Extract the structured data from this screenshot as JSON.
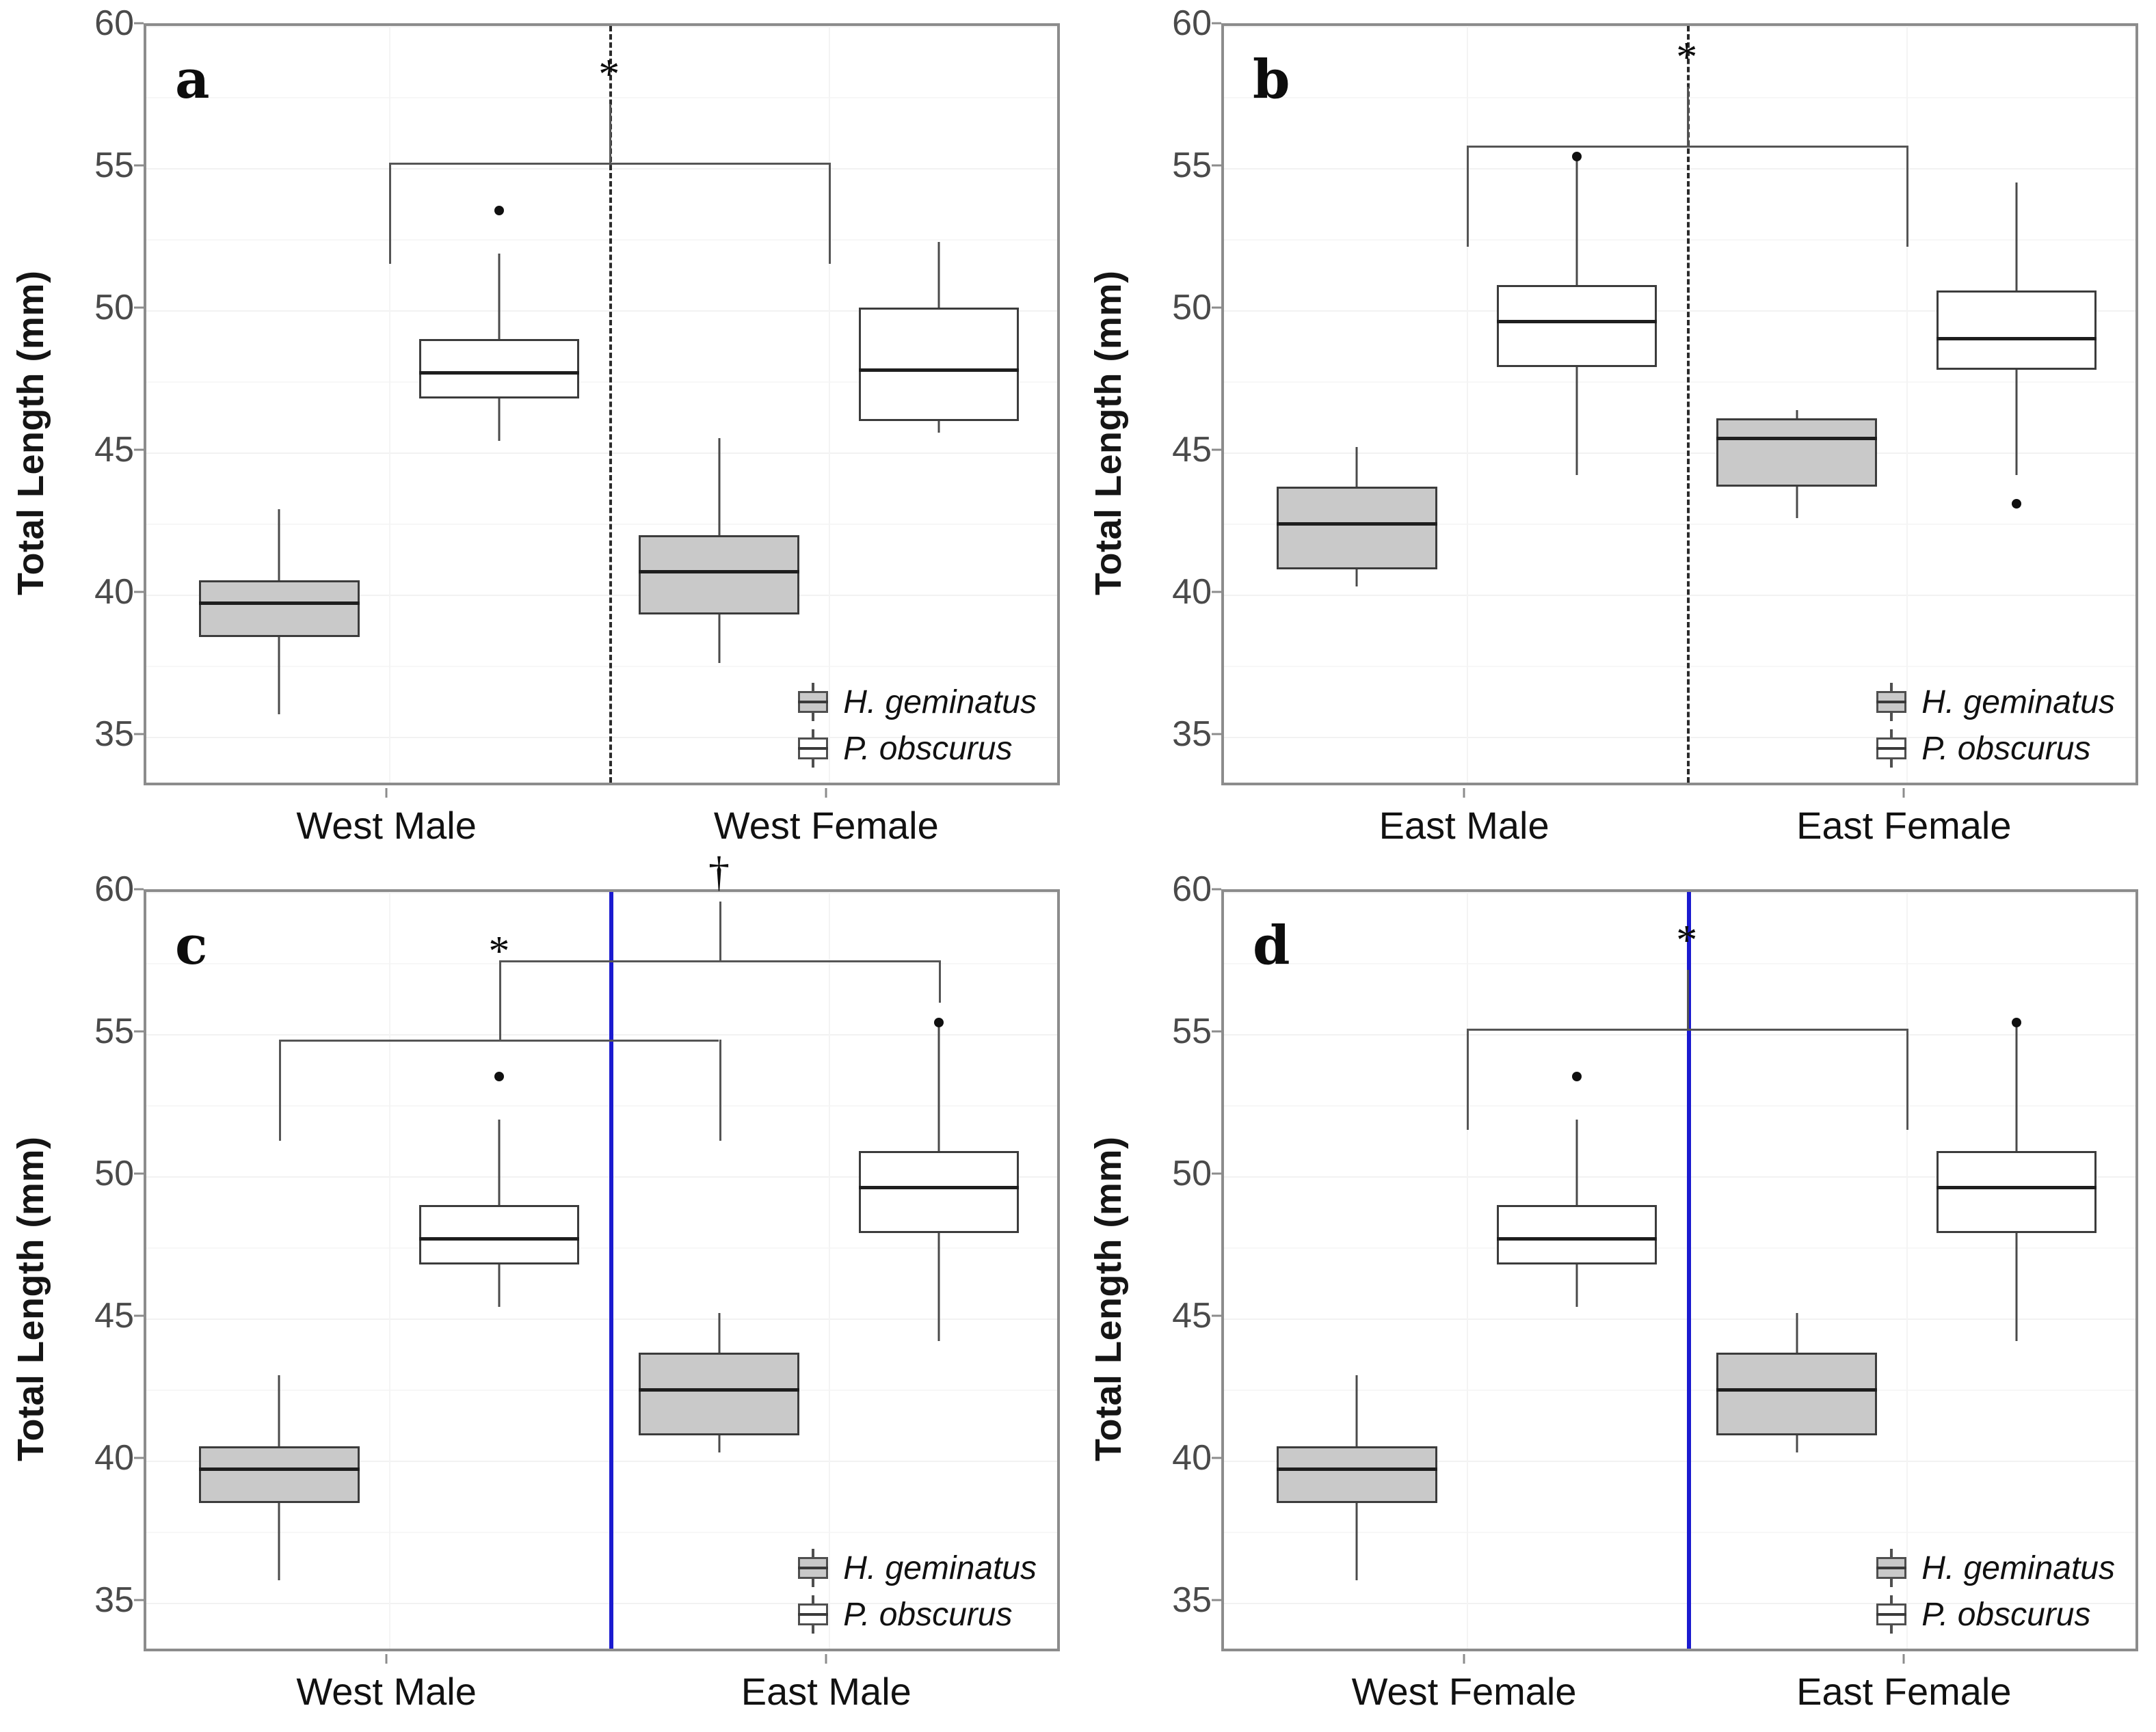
{
  "figure": {
    "panels": [
      "a",
      "b",
      "c",
      "d"
    ],
    "y_axis_label": "Total Length (mm)",
    "y_ticks": [
      "35",
      "40",
      "45",
      "50",
      "55",
      "60"
    ],
    "legend_items": [
      {
        "label": "H. geminatus",
        "fill": "#c9c9c9",
        "key": "boxplot-key-gray"
      },
      {
        "label": "P. obscurus",
        "fill": "#ffffff",
        "key": "boxplot-key-white"
      }
    ],
    "colors": {
      "species_geminatus_fill": "#c9c9c9",
      "species_obscurus_fill": "#ffffff",
      "box_stroke": "#3c3c3c",
      "panel_border": "#8c8c8c",
      "divider_dashed": "#2b2b2b",
      "divider_solid_blue": "#1a1ad0",
      "gridline_major": "#f2f2f2",
      "gridline_minor": "#f7f7f7"
    }
  },
  "chart_data": {
    "type": "box",
    "title": "",
    "ylabel": "Total Length (mm)",
    "xlabel": "",
    "ylim": [
      33.2,
      60.0
    ],
    "y_ticks": [
      35,
      40,
      45,
      50,
      55,
      60
    ],
    "grid": true,
    "legend": [
      "H. geminatus",
      "P. obscurus"
    ],
    "legend_position": "bottom-right",
    "panels": [
      {
        "letter": "a",
        "x_categories": [
          "West Male",
          "West Female"
        ],
        "divider": {
          "style": "dashed",
          "color": "#2b2b2b"
        },
        "boxes": [
          {
            "group": "West Male",
            "species": "H. geminatus",
            "fill": "#c9c9c9",
            "whisker_low": 35.8,
            "q1": 38.5,
            "median": 39.7,
            "q3": 40.5,
            "whisker_high": 43.0,
            "outliers": []
          },
          {
            "group": "West Male",
            "species": "P. obscurus",
            "fill": "#ffffff",
            "whisker_low": 45.4,
            "q1": 46.9,
            "median": 47.8,
            "q3": 49.0,
            "whisker_high": 52.0,
            "outliers": [
              53.5
            ]
          },
          {
            "group": "West Female",
            "species": "H. geminatus",
            "fill": "#c9c9c9",
            "whisker_low": 37.6,
            "q1": 39.3,
            "median": 40.8,
            "q3": 42.1,
            "whisker_high": 45.5,
            "outliers": []
          },
          {
            "group": "West Female",
            "species": "P. obscurus",
            "fill": "#ffffff",
            "whisker_low": 45.7,
            "q1": 46.1,
            "median": 47.9,
            "q3": 50.1,
            "whisker_high": 52.4,
            "outliers": []
          }
        ],
        "significance": [
          {
            "mark": "*",
            "level": 55.2,
            "from": "West Male group",
            "to": "West Female group"
          }
        ]
      },
      {
        "letter": "b",
        "x_categories": [
          "East Male",
          "East Female"
        ],
        "divider": {
          "style": "dashed",
          "color": "#2b2b2b"
        },
        "boxes": [
          {
            "group": "East Male",
            "species": "H. geminatus",
            "fill": "#c9c9c9",
            "whisker_low": 40.3,
            "q1": 40.9,
            "median": 42.5,
            "q3": 43.8,
            "whisker_high": 45.2,
            "outliers": []
          },
          {
            "group": "East Male",
            "species": "P. obscurus",
            "fill": "#ffffff",
            "whisker_low": 44.2,
            "q1": 48.0,
            "median": 49.6,
            "q3": 50.9,
            "whisker_high": 55.4,
            "outliers": [
              55.4
            ]
          },
          {
            "group": "East Female",
            "species": "H. geminatus",
            "fill": "#c9c9c9",
            "whisker_low": 42.7,
            "q1": 43.8,
            "median": 45.5,
            "q3": 46.2,
            "whisker_high": 46.5,
            "outliers": []
          },
          {
            "group": "East Female",
            "species": "P. obscurus",
            "fill": "#ffffff",
            "whisker_low": 44.2,
            "q1": 47.9,
            "median": 49.0,
            "q3": 50.7,
            "whisker_high": 54.5,
            "outliers": [
              43.2
            ]
          }
        ],
        "significance": [
          {
            "mark": "*",
            "level": 55.8,
            "from": "East Male group",
            "to": "East Female group"
          }
        ]
      },
      {
        "letter": "c",
        "x_categories": [
          "West Male",
          "East Male"
        ],
        "divider": {
          "style": "solid",
          "color": "#1a1ad0"
        },
        "boxes": [
          {
            "group": "West Male",
            "species": "H. geminatus",
            "fill": "#c9c9c9",
            "whisker_low": 35.8,
            "q1": 38.5,
            "median": 39.7,
            "q3": 40.5,
            "whisker_high": 43.0,
            "outliers": []
          },
          {
            "group": "West Male",
            "species": "P. obscurus",
            "fill": "#ffffff",
            "whisker_low": 45.4,
            "q1": 46.9,
            "median": 47.8,
            "q3": 49.0,
            "whisker_high": 52.0,
            "outliers": [
              53.5
            ]
          },
          {
            "group": "East Male",
            "species": "H. geminatus",
            "fill": "#c9c9c9",
            "whisker_low": 40.3,
            "q1": 40.9,
            "median": 42.5,
            "q3": 43.8,
            "whisker_high": 45.2,
            "outliers": []
          },
          {
            "group": "East Male",
            "species": "P. obscurus",
            "fill": "#ffffff",
            "whisker_low": 44.2,
            "q1": 48.0,
            "median": 49.6,
            "q3": 50.9,
            "whisker_high": 55.4,
            "outliers": [
              55.4
            ]
          }
        ],
        "significance": [
          {
            "mark": "*",
            "level": 54.8,
            "from": "West Male H. geminatus",
            "to": "East Male H. geminatus"
          },
          {
            "mark": "†",
            "level": 57.6,
            "from": "West Male P. obscurus",
            "to": "East Male P. obscurus"
          }
        ]
      },
      {
        "letter": "d",
        "x_categories": [
          "West Female",
          "East Female"
        ],
        "divider": {
          "style": "solid",
          "color": "#1a1ad0"
        },
        "boxes": [
          {
            "group": "West Female",
            "species": "H. geminatus",
            "fill": "#c9c9c9",
            "whisker_low": 35.8,
            "q1": 38.5,
            "median": 39.7,
            "q3": 40.5,
            "whisker_high": 43.0,
            "outliers": []
          },
          {
            "group": "West Female",
            "species": "P. obscurus",
            "fill": "#ffffff",
            "whisker_low": 45.4,
            "q1": 46.9,
            "median": 47.8,
            "q3": 49.0,
            "whisker_high": 52.0,
            "outliers": [
              53.5
            ]
          },
          {
            "group": "East Female",
            "species": "H. geminatus",
            "fill": "#c9c9c9",
            "whisker_low": 40.3,
            "q1": 40.9,
            "median": 42.5,
            "q3": 43.8,
            "whisker_high": 45.2,
            "outliers": []
          },
          {
            "group": "East Female",
            "species": "P. obscurus",
            "fill": "#ffffff",
            "whisker_low": 44.2,
            "q1": 48.0,
            "median": 49.6,
            "q3": 50.9,
            "whisker_high": 55.4,
            "outliers": [
              55.4
            ]
          }
        ],
        "significance": [
          {
            "mark": "*",
            "level": 55.2,
            "from": "West Female group",
            "to": "East Female group"
          }
        ]
      }
    ]
  }
}
